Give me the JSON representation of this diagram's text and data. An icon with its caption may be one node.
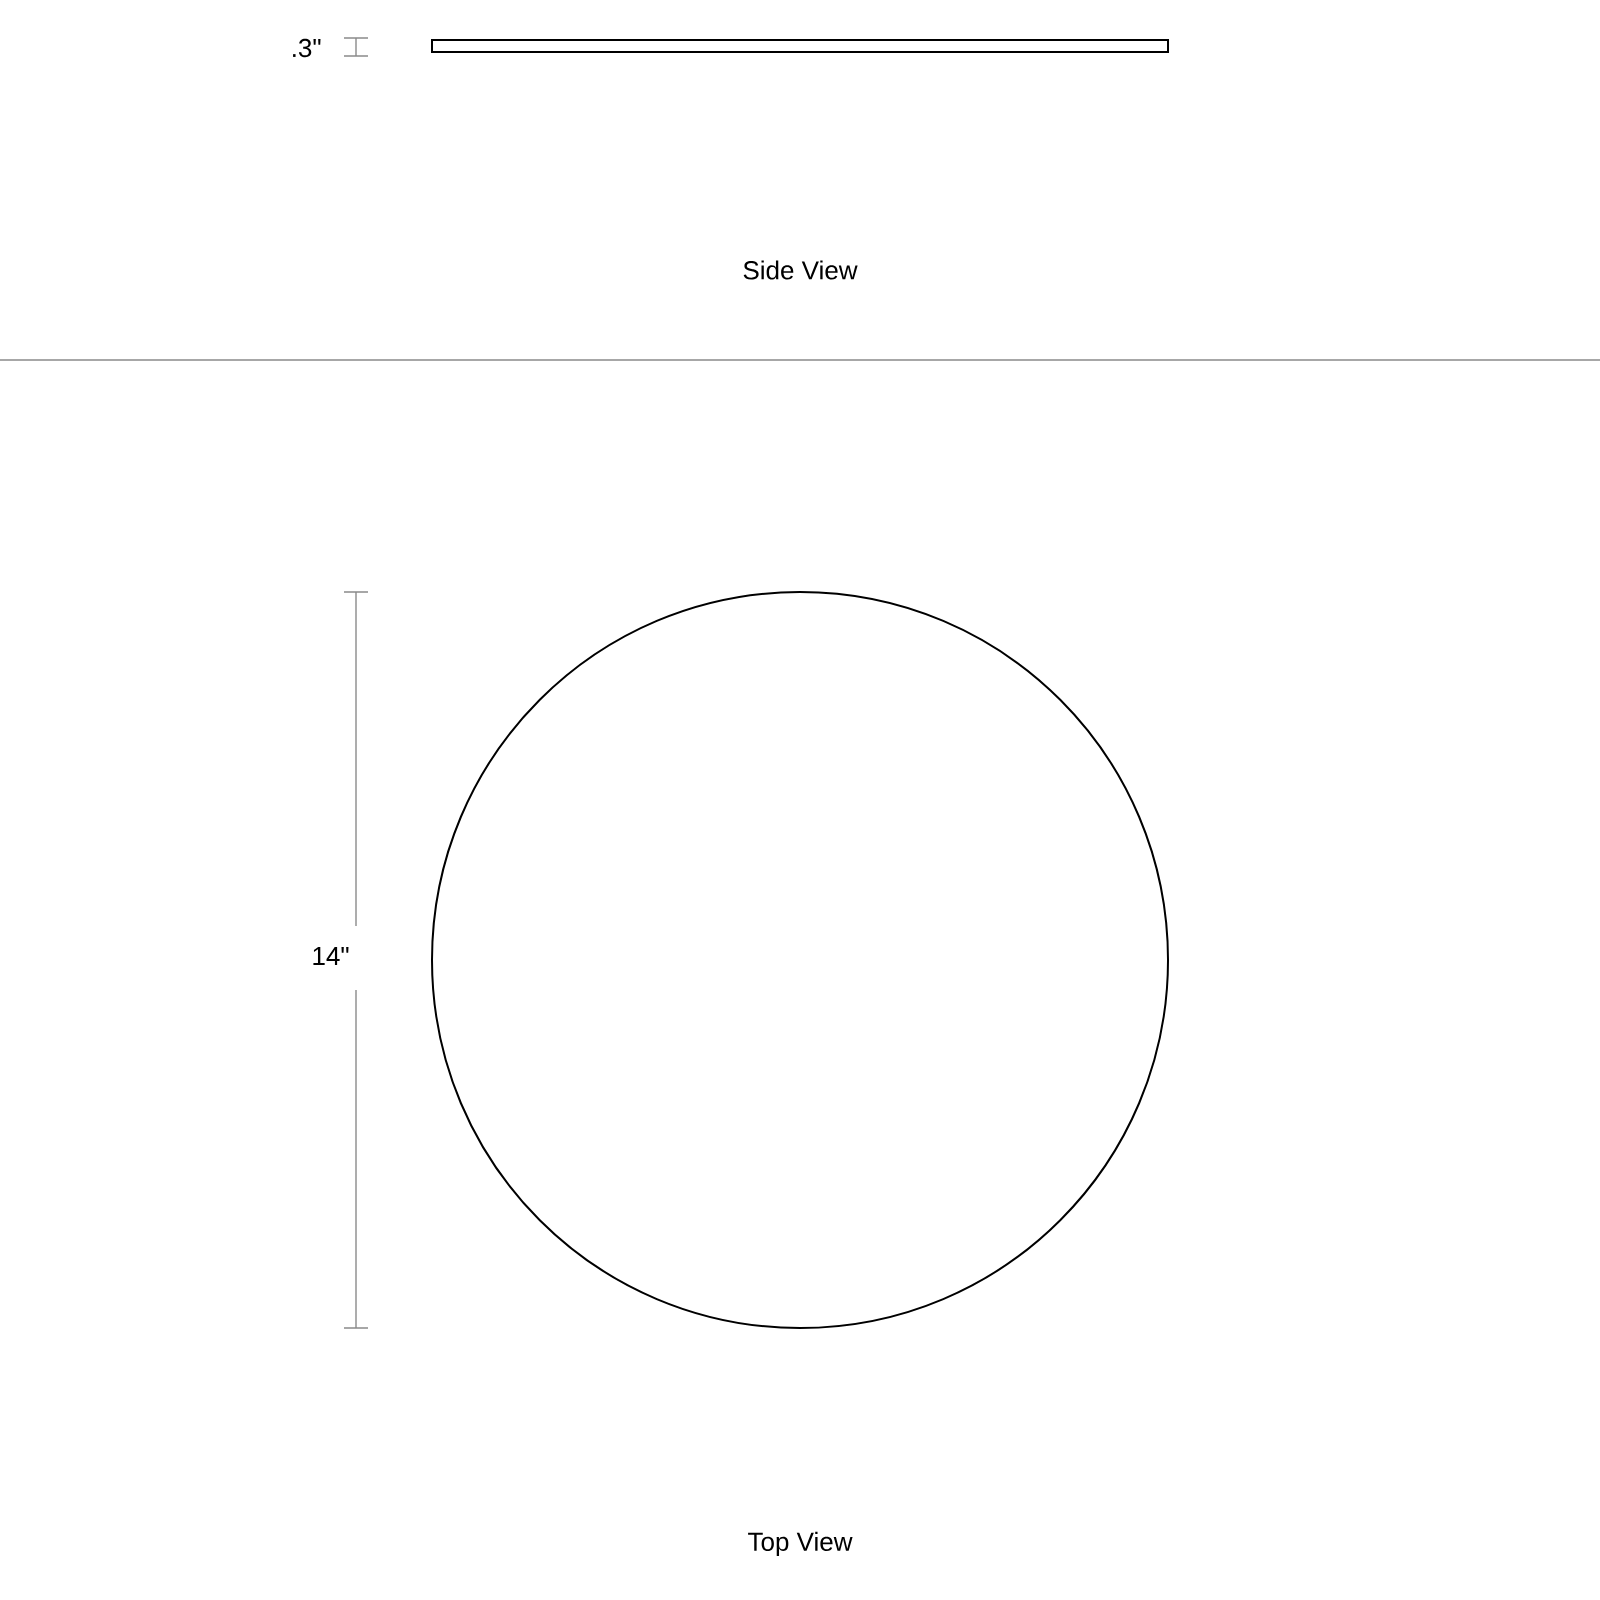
{
  "diagram": {
    "labels": [
      ".3\"",
      "Side View",
      "14\"",
      "Top View"
    ]
  }
}
